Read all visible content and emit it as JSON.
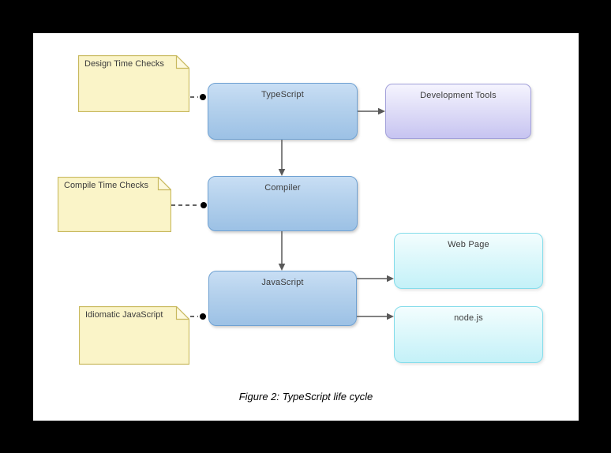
{
  "figure": {
    "caption": "Figure 2: TypeScript life cycle"
  },
  "nodes": {
    "typescript": {
      "label": "TypeScript"
    },
    "compiler": {
      "label": "Compiler"
    },
    "javascript": {
      "label": "JavaScript"
    },
    "development_tools": {
      "label": "Development Tools"
    },
    "web_page": {
      "label": "Web Page"
    },
    "nodejs": {
      "label": "node.js"
    }
  },
  "notes": {
    "design_time": {
      "label": "Design Time Checks"
    },
    "compile_time": {
      "label": "Compile Time Checks"
    },
    "idiomatic": {
      "label": "Idiomatic JavaScript"
    }
  },
  "edges": [
    {
      "from": "TypeScript",
      "to": "Development Tools",
      "style": "solid-arrow"
    },
    {
      "from": "TypeScript",
      "to": "Compiler",
      "style": "solid-arrow"
    },
    {
      "from": "Compiler",
      "to": "JavaScript",
      "style": "solid-arrow"
    },
    {
      "from": "JavaScript",
      "to": "Web Page",
      "style": "solid-arrow"
    },
    {
      "from": "JavaScript",
      "to": "node.js",
      "style": "solid-arrow"
    },
    {
      "from": "Design Time Checks",
      "to": "TypeScript",
      "style": "dashed-dot"
    },
    {
      "from": "Compile Time Checks",
      "to": "Compiler",
      "style": "dashed-dot"
    },
    {
      "from": "Idiomatic JavaScript",
      "to": "JavaScript",
      "style": "dashed-dot"
    }
  ],
  "colors": {
    "page_background": "#000000",
    "canvas_background": "#ffffff",
    "process_node_top": "#c8def4",
    "process_node_bottom": "#9cc1e5",
    "process_node_border": "#6fa1d2",
    "tool_node_top": "#f5f4fe",
    "tool_node_bottom": "#c7c4f1",
    "tool_node_border": "#a2a0da",
    "output_node_top": "#f3fdfe",
    "output_node_bottom": "#c4f1f8",
    "output_node_border": "#84dcea",
    "note_fill": "#faf4c8",
    "note_border": "#c8b95e",
    "arrow": "#595959",
    "connector_dot": "#000000"
  }
}
